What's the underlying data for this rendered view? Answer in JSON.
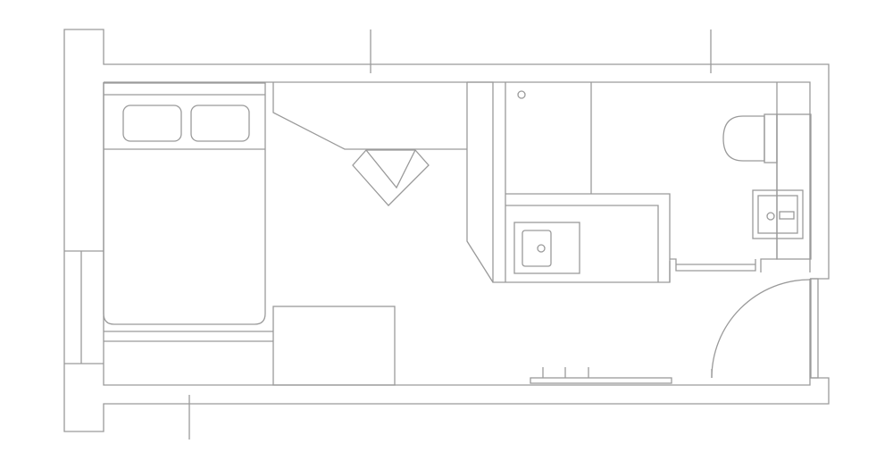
{
  "colors": {
    "background": "#ffffff",
    "line": "#9a9a9a"
  },
  "rooms": [
    "bedroom",
    "kitchenette",
    "bathroom",
    "entry"
  ],
  "furniture": [
    "double-bed",
    "pillow",
    "pillow",
    "desk",
    "chair",
    "bench",
    "cabinet",
    "wardrobe",
    "kitchen-counter",
    "kitchen-sink",
    "toilet",
    "bathroom-sink",
    "entry-door",
    "radiator",
    "window"
  ]
}
